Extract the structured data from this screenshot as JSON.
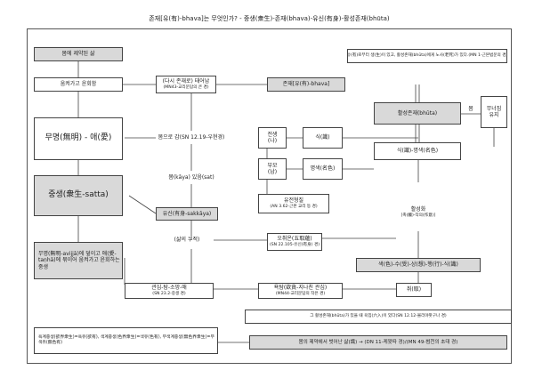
{
  "title": "존재[유(有)-bhava]는 무엇인가? - 중생(衆生)-존재(bhava)-유신(有身)-활성존재(bhūta)",
  "left_col": {
    "bond": "몸에 제약된 삶",
    "live_die": "움켜가고 윤회함",
    "ignorance": "무명(無明) - 애(愛)",
    "satta": "중생(衆生-satta)",
    "avijja": "무명(無明-avijjā)에 덮이고 애(愛-taṇhā)에 묶이어 움켜가고 윤회하는 중생"
  },
  "center": {
    "rebirth_line1": "(다시 존재로) 태어남",
    "rebirth_line2": "(MN43-교리문답의 큰 경)",
    "bhava": "존재[유(有)-bhava]",
    "namarupa": "몸으로 감(SN 12.19-우현경)",
    "kaya": "몸(kāya) 있음(sat)",
    "sakkaya": "유신(有身-sakkāya)",
    "life_accum": "(삶의 누적)",
    "five_aggr_line1": "오취온(五取蘊)",
    "five_aggr_line2": "(SN 22.105-유신(有身) 경)",
    "clinging": "관심-탐-소망-애",
    "clinging_src": "(SN 23.2-중생 경)",
    "desire_line1": "욕탐(欲貪-지나친 관심)",
    "desire_line2": "(MN44-교리문답의 작은 경)",
    "grasp": "취(取)"
  },
  "middle_mind": {
    "prev": "전생",
    "prev_sub": "(나)",
    "consciousness": "식(識)",
    "parents": "부모",
    "parents_sub": "(남)",
    "name_form": "명색(名色)",
    "gene_line1": "유전형질",
    "gene_line2": "(AN 3.62-근본 교리 등 경)"
  },
  "right_col": {
    "quote": "유(有)로부터 생(生)이 있고, 활성존재(bhūta)에게 노사(老死)가 있다.(MN 1-근본법문의 경)",
    "bhuta": "활성존재(bhūta)",
    "gather": "무너짐",
    "gather2": "유지",
    "body": "몸",
    "sik_namarupa": "식(識)-명색(名色)",
    "activate": "활성화",
    "activate_sub": "[촉(觸)-작의(作意)]",
    "aggregates": "색(色)-수(受)-상(想)-행(行)-식(識)"
  },
  "bottom": {
    "exists_line": "그 활성존재(bhūta)가 있을 때 육입(六入)이 있다(SN 12.12-몰리야팟구나 경)",
    "realms": "욕계중생(欲界衆生)=욕유(欲有), 색계중생(色界衆生)=색유(色有), 무색계중생(無色界衆生)=무색유(無色有)",
    "liberation": "몸의 제약에서 벗어난 삶(識) → (DN 11-케왓따 경)/(MN 49-범천의 초대 경)"
  }
}
